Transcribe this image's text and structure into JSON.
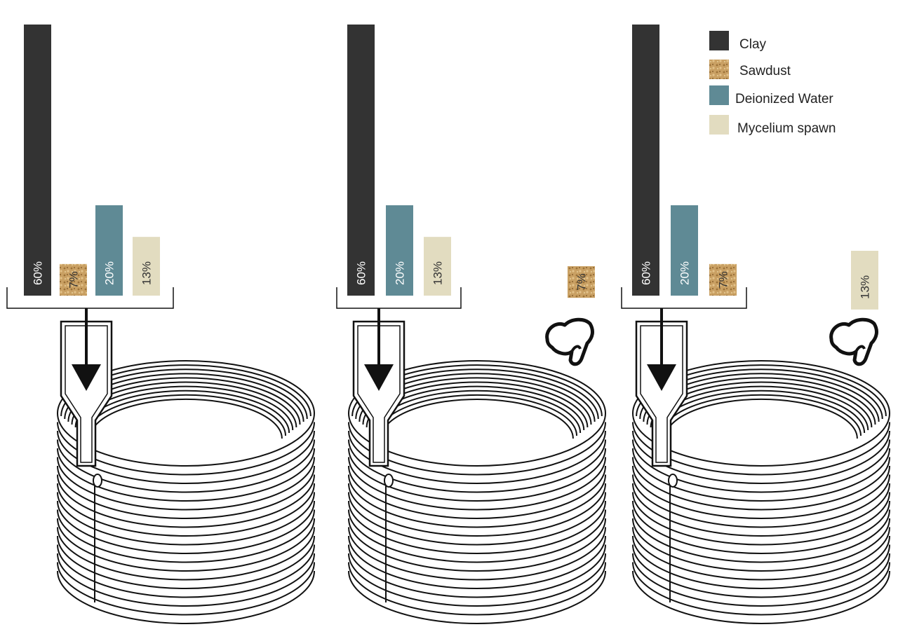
{
  "legend": {
    "items": [
      {
        "key": "clay",
        "label": "Clay",
        "color": "#333333"
      },
      {
        "key": "sawdust",
        "label": "Sawdust",
        "color": "#c9a063"
      },
      {
        "key": "water",
        "label": "Deionized Water",
        "color": "#5f8a95"
      },
      {
        "key": "spawn",
        "label": "Mycelium spawn",
        "color": "#e2dcc0"
      }
    ]
  },
  "panels": [
    {
      "name": "panel-all-mixed",
      "bars": [
        {
          "key": "clay",
          "percent": 60,
          "label": "60%"
        },
        {
          "key": "sawdust",
          "percent": 7,
          "label": "7%"
        },
        {
          "key": "water",
          "percent": 20,
          "label": "20%"
        },
        {
          "key": "spawn",
          "percent": 13,
          "label": "13%"
        }
      ],
      "added_by_hand": [],
      "has_hand": false
    },
    {
      "name": "panel-sawdust-by-hand",
      "bars": [
        {
          "key": "clay",
          "percent": 60,
          "label": "60%"
        },
        {
          "key": "water",
          "percent": 20,
          "label": "20%"
        },
        {
          "key": "spawn",
          "percent": 13,
          "label": "13%"
        }
      ],
      "added_by_hand": [
        {
          "key": "sawdust",
          "percent": 7,
          "label": "7%"
        }
      ],
      "has_hand": true
    },
    {
      "name": "panel-spawn-by-hand",
      "bars": [
        {
          "key": "clay",
          "percent": 60,
          "label": "60%"
        },
        {
          "key": "water",
          "percent": 20,
          "label": "20%"
        },
        {
          "key": "sawdust",
          "percent": 7,
          "label": "7%"
        }
      ],
      "added_by_hand": [
        {
          "key": "spawn",
          "percent": 13,
          "label": "13%"
        }
      ],
      "has_hand": true
    }
  ]
}
